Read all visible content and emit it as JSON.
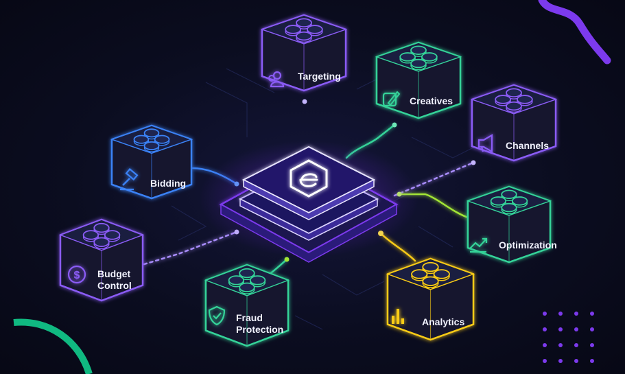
{
  "center": {
    "icon": "hexagon-e-logo-icon"
  },
  "modules": {
    "targeting": {
      "label": "Targeting",
      "icon": "users-icon",
      "color": "#8b5cf6"
    },
    "creatives": {
      "label": "Creatives",
      "icon": "pencil-square-icon",
      "color": "#34d399"
    },
    "channels": {
      "label": "Channels",
      "icon": "megaphone-icon",
      "color": "#8b5cf6"
    },
    "bidding": {
      "label": "Bidding",
      "icon": "gavel-icon",
      "color": "#3b82f6"
    },
    "optimization": {
      "label": "Optimization",
      "icon": "trend-line-icon",
      "color": "#34d399"
    },
    "budget": {
      "label_line1": "Budget",
      "label_line2": "Control",
      "icon": "dollar-coin-icon",
      "color": "#8b5cf6"
    },
    "fraud": {
      "label_line1": "Fraud",
      "label_line2": "Protection",
      "icon": "shield-check-icon",
      "color": "#34d399"
    },
    "analytics": {
      "label": "Analytics",
      "icon": "bar-chart-icon",
      "color": "#facc15"
    }
  }
}
